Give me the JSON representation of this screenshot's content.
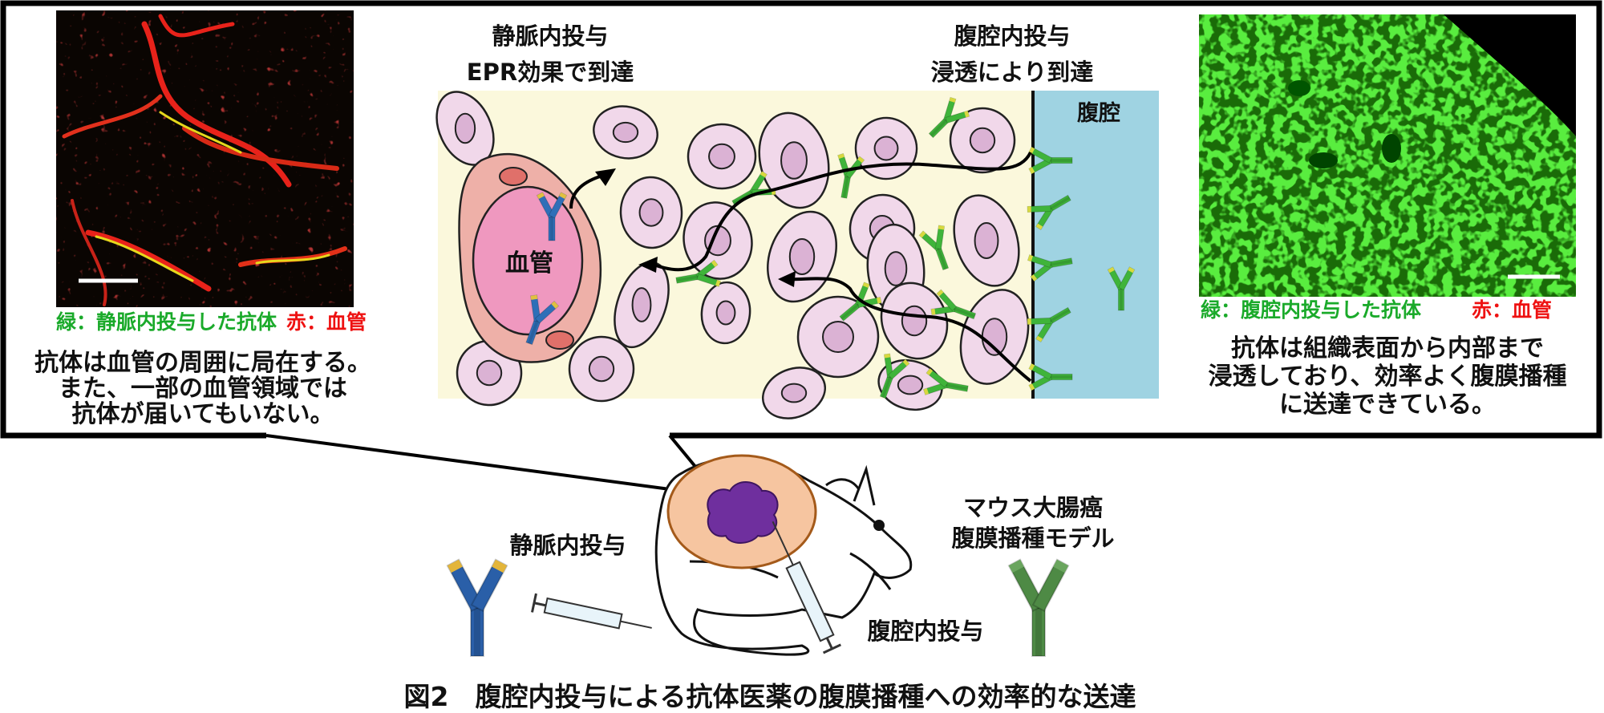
{
  "left_panel": {
    "legend_green": "緑：静脈内投与した抗体",
    "legend_red": "赤：血管",
    "description": [
      "抗体は血管の周囲に局在する。",
      "また、一部の血管領域では",
      "抗体が届いてもいない。"
    ]
  },
  "center_panel": {
    "iv_title": [
      "静脈内投与",
      "EPR効果で到達"
    ],
    "ip_title": [
      "腹腔内投与",
      "浸透により到達"
    ],
    "vessel_label": "血管",
    "cavity_label": "腹腔"
  },
  "right_panel": {
    "legend_green": "緑：腹腔内投与した抗体",
    "legend_red": "赤：血管",
    "description": [
      "抗体は組織表面から内部まで",
      "浸透しており、効率よく腹膜播種",
      "に送達できている。"
    ]
  },
  "bottom": {
    "iv_label": "静脈内投与",
    "ip_label": "腹腔内投与",
    "model_label": [
      "マウス大腸癌",
      "腹膜播種モデル"
    ]
  },
  "figure_title": "図2　腹腔内投与による抗体医薬の腹膜播種への効率的な送達",
  "colors": {
    "green_text": "#1aaa2a",
    "red_text": "#ee1111",
    "tissue_bg": "#fbf8dc",
    "cavity": "#9fd3e2",
    "cell": "#f1d8ea",
    "nucleus": "#dbb2d4",
    "vessel": "#ef98bf",
    "tumor": "#6f2f9e"
  }
}
